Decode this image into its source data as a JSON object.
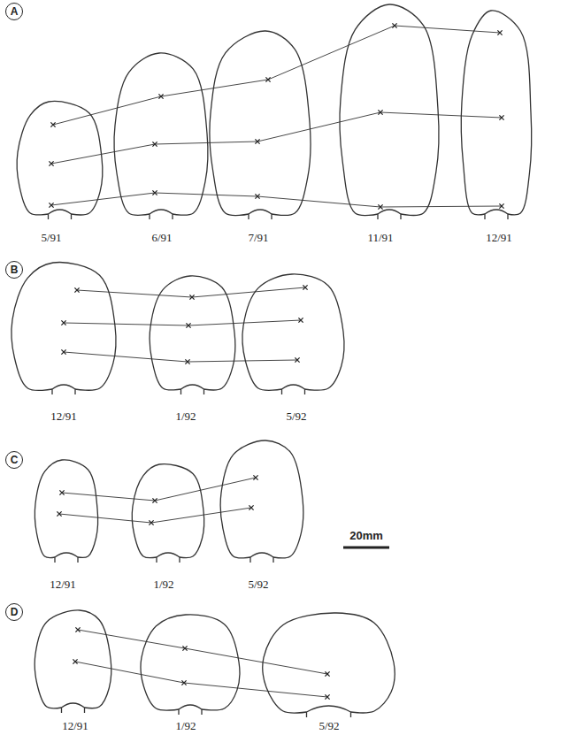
{
  "diagram": {
    "nodes": [
      {
        "text": [
          "A"
        ]
      },
      {
        "text": [
          "B"
        ]
      },
      {
        "text": [
          "C"
        ]
      },
      {
        "text": [
          "D"
        ]
      }
    ],
    "labels": [
      "5/91",
      "6/91",
      "7/91",
      "11/91",
      "12/91",
      "12/91",
      "1/92",
      "5/92",
      "12/91",
      "1/92",
      "5/92",
      "20mm",
      "12/91",
      "1/92",
      "5/92"
    ]
  }
}
